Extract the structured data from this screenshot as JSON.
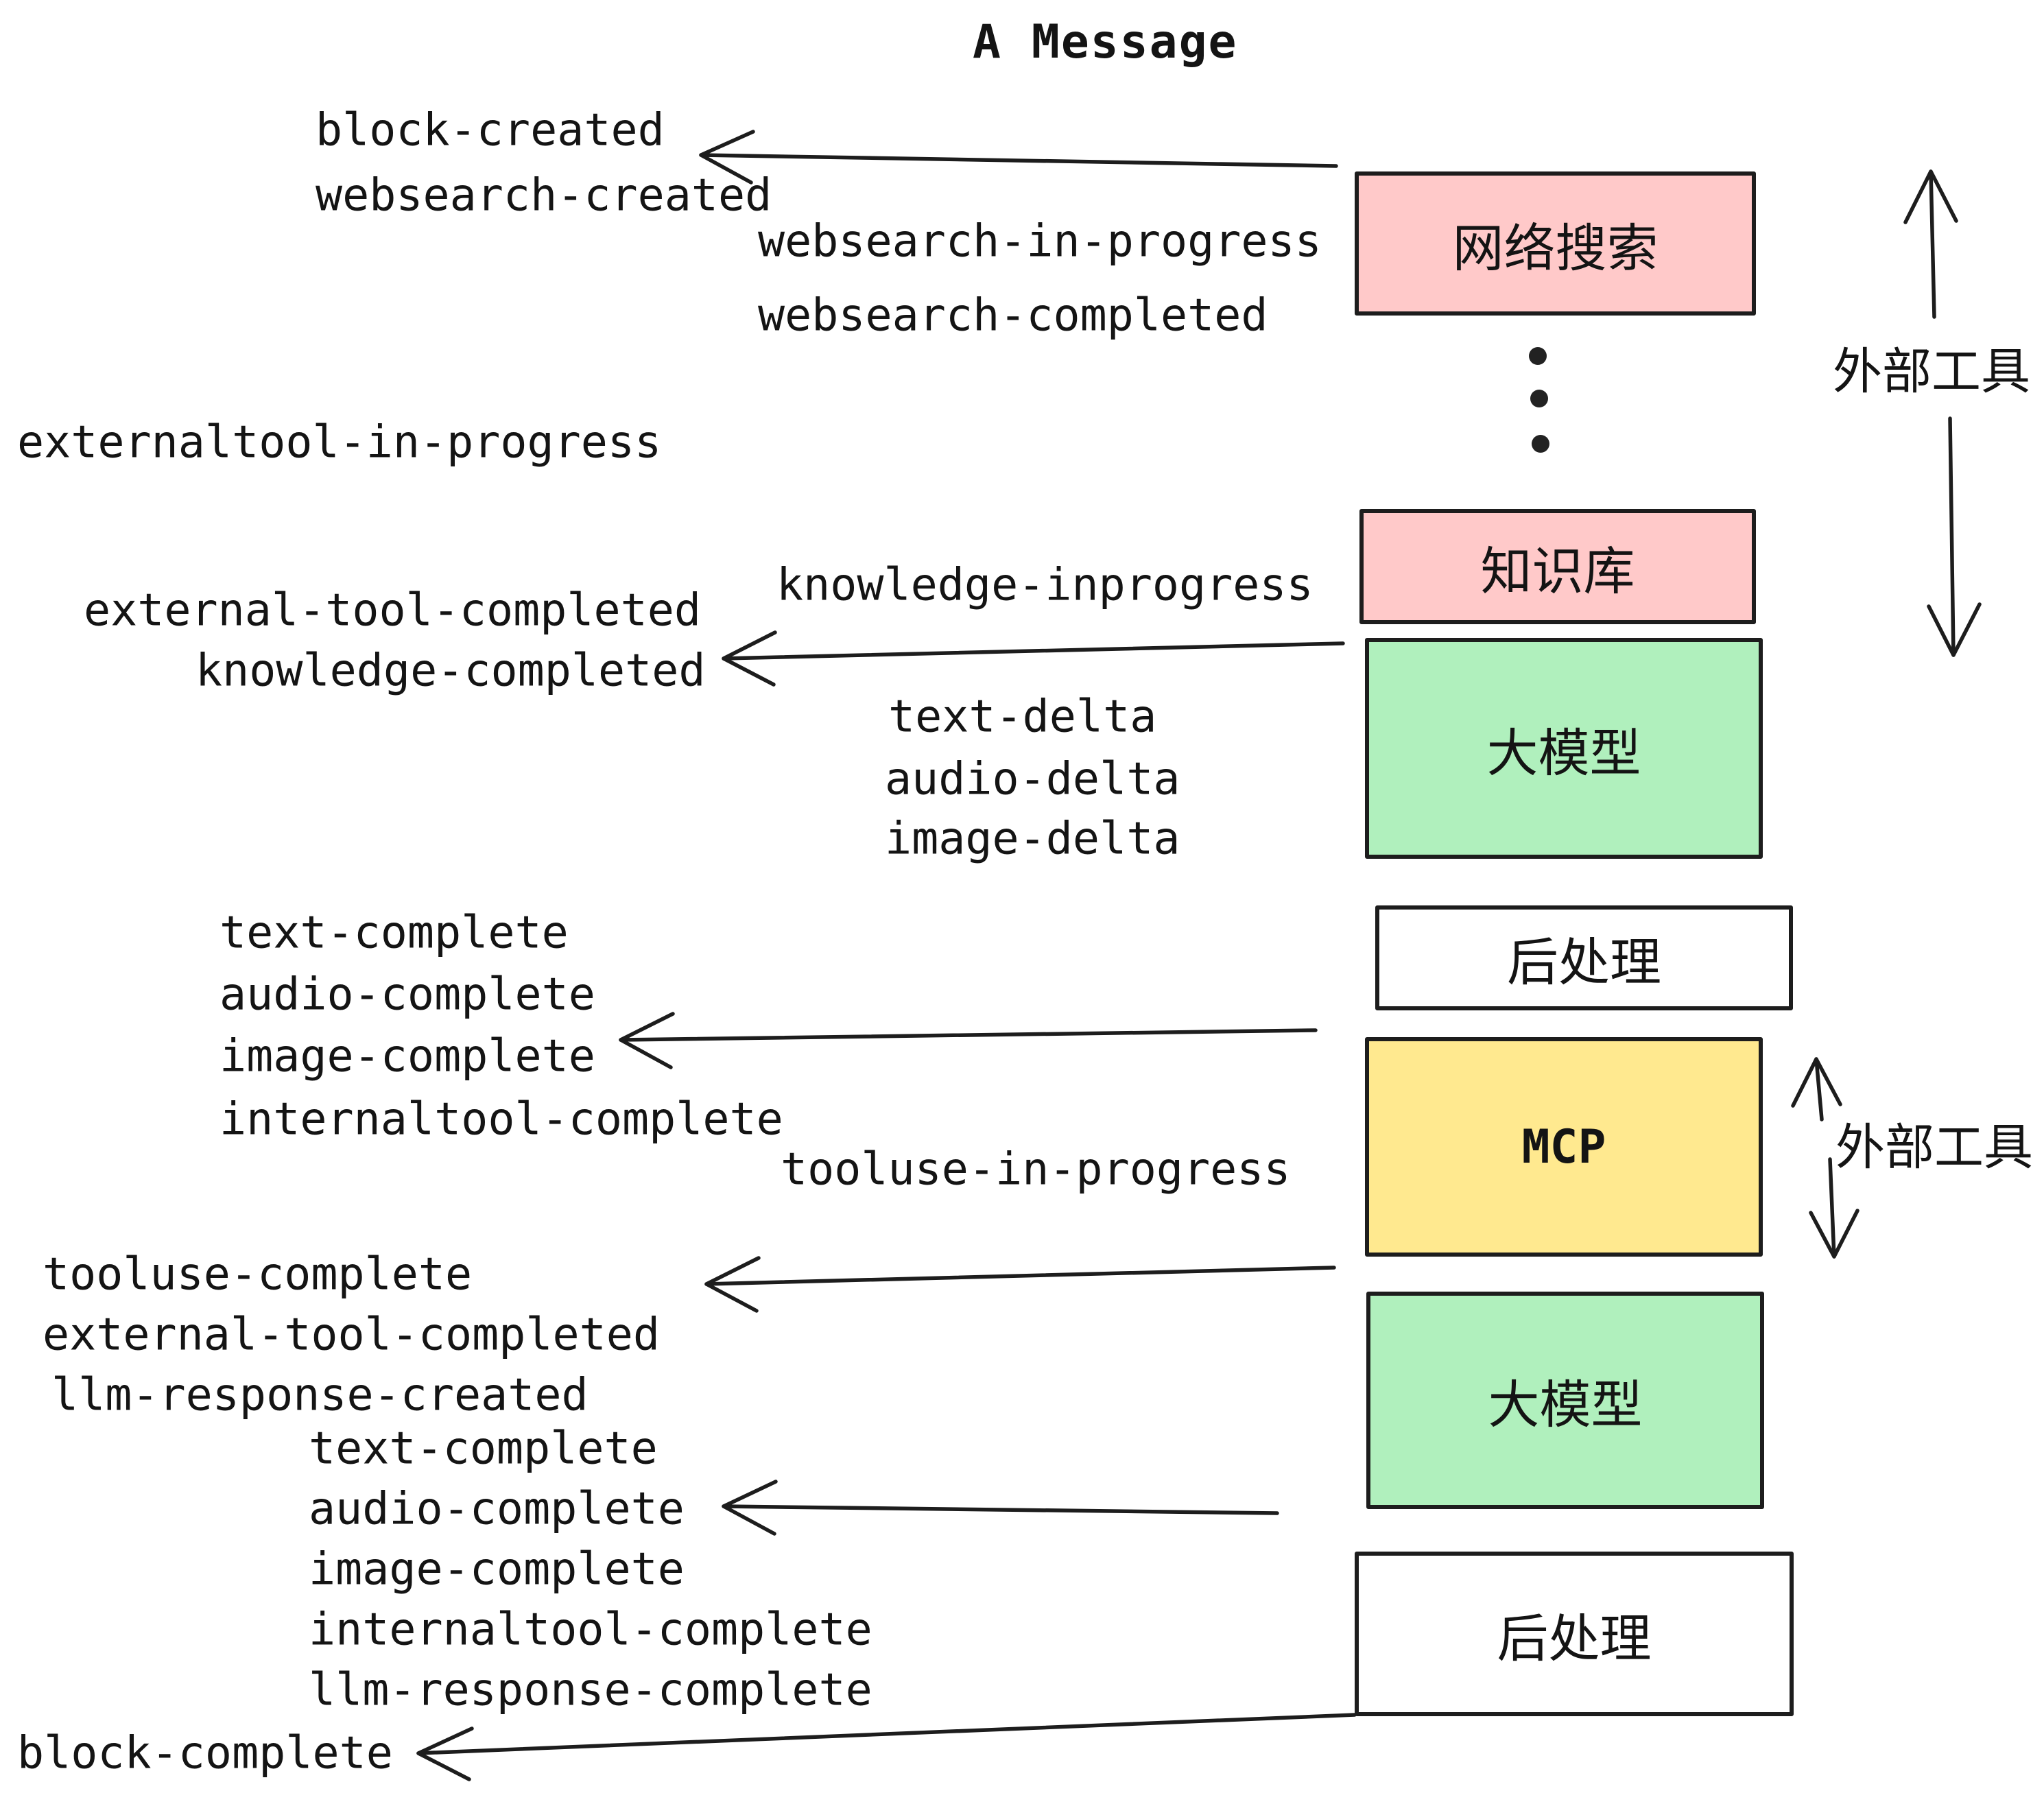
{
  "title": "A Message",
  "nodes": {
    "websearch": "网络搜索",
    "knowledge": "知识库",
    "llm1": "大模型",
    "post1": "后处理",
    "mcp": "MCP",
    "llm2": "大模型",
    "post2": "后处理"
  },
  "side_labels": {
    "external_tools_top": "外部工具",
    "external_tools_mcp": "外部工具"
  },
  "events": [
    "block-created",
    "websearch-created",
    "websearch-in-progress",
    "websearch-completed",
    "externaltool-in-progress",
    "knowledge-inprogress",
    "external-tool-completed",
    "knowledge-completed",
    "text-delta",
    "audio-delta",
    "image-delta",
    "text-complete",
    "audio-complete",
    "image-complete",
    "internaltool-complete",
    "tooluse-in-progress",
    "tooluse-complete",
    "external-tool-completed",
    "llm-response-created",
    "text-complete",
    "audio-complete",
    "image-complete",
    "internaltool-complete",
    "llm-response-complete",
    "block-complete"
  ],
  "colors": {
    "pink": "#ffc9c9",
    "green": "#b0f0bd",
    "yellow": "#ffe98f",
    "white": "#ffffff",
    "ink": "#1d1d1d"
  }
}
